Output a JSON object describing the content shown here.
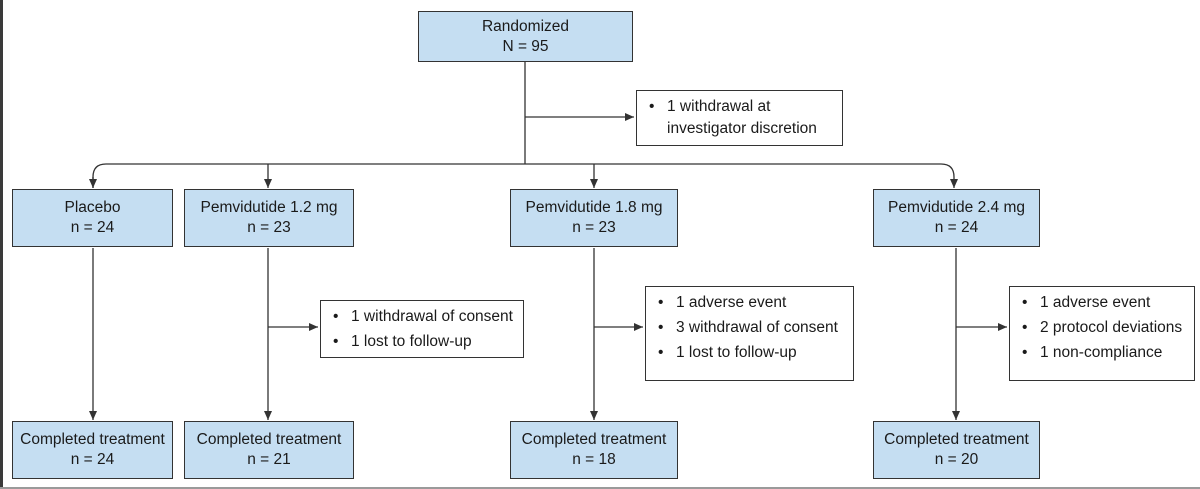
{
  "randomized": {
    "label": "Randomized",
    "count": "N = 95"
  },
  "pre_allocation_exclusion": [
    "1 withdrawal at investigator discretion"
  ],
  "arms": [
    {
      "name": "Placebo",
      "n": "n = 24",
      "discontinuations": [],
      "completed_label": "Completed treatment",
      "completed_n": "n = 24"
    },
    {
      "name": "Pemvidutide 1.2 mg",
      "n": "n = 23",
      "discontinuations": [
        "1 withdrawal of consent",
        "1 lost to follow-up"
      ],
      "completed_label": "Completed treatment",
      "completed_n": "n = 21"
    },
    {
      "name": "Pemvidutide 1.8 mg",
      "n": "n = 23",
      "discontinuations": [
        "1 adverse event",
        "3 withdrawal of consent",
        "1 lost to follow-up"
      ],
      "completed_label": "Completed treatment",
      "completed_n": "n = 18"
    },
    {
      "name": "Pemvidutide 2.4 mg",
      "n": "n = 24",
      "discontinuations": [
        "1 adverse event",
        "2 protocol deviations",
        "1 non-compliance"
      ],
      "completed_label": "Completed treatment",
      "completed_n": "n = 20"
    }
  ]
}
